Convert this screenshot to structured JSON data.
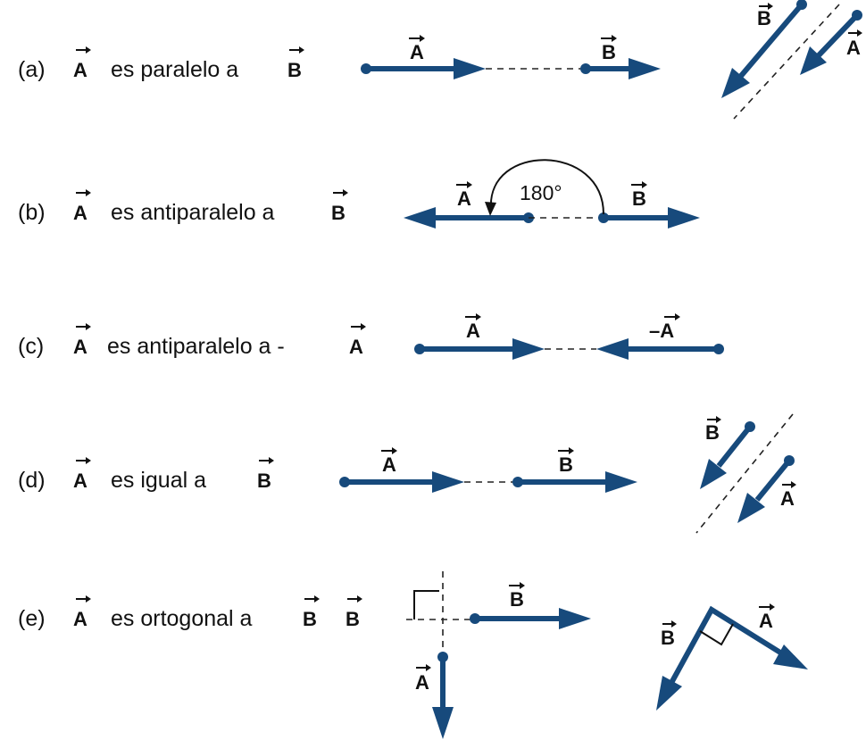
{
  "colors": {
    "vector": "#174a7c",
    "text": "#111111",
    "background": "#ffffff"
  },
  "rows": [
    {
      "id": "a",
      "caption_prefix": "(a)",
      "caption_sym1": "A",
      "caption_mid": "es paralelo a",
      "caption_sym2": "B"
    },
    {
      "id": "b",
      "caption_prefix": "(b)",
      "caption_sym1": "A",
      "caption_mid": "es antiparalelo a",
      "caption_sym2": "B"
    },
    {
      "id": "c",
      "caption_prefix": "(c)",
      "caption_sym1": "A",
      "caption_mid": "es antiparalelo a -",
      "caption_sym2": "A"
    },
    {
      "id": "d",
      "caption_prefix": "(d)",
      "caption_sym1": "A",
      "caption_mid": "es igual a",
      "caption_sym2": "B"
    },
    {
      "id": "e",
      "caption_prefix": "(e)",
      "caption_sym1": "A",
      "caption_mid": "es ortogonal a",
      "caption_sym2": "B",
      "caption_sym3": "B"
    }
  ],
  "labels": {
    "A": "A",
    "B": "B",
    "negA": "–A",
    "angle": "180°"
  }
}
